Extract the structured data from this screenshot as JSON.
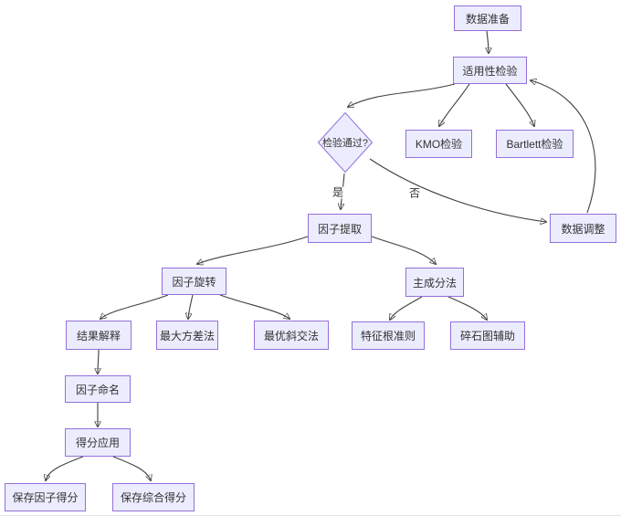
{
  "diagram": {
    "type": "flowchart",
    "title": "",
    "nodes": {
      "data_prep": "数据准备",
      "suitability": "适用性检验",
      "kmo": "KMO检验",
      "bartlett": "Bartlett检验",
      "decision": "检验通过?",
      "extraction": "因子提取",
      "adjust": "数据调整",
      "rotation": "因子旋转",
      "pca": "主成分法",
      "interpret": "结果解释",
      "varimax": "最大方差法",
      "oblique": "最优斜交法",
      "eigen": "特征根准则",
      "scree": "碎石图辅助",
      "naming": "因子命名",
      "score": "得分应用",
      "save_factor": "保存因子得分",
      "save_composite": "保存综合得分"
    },
    "edge_labels": {
      "yes": "是",
      "no": "否"
    },
    "edges": [
      {
        "from": "data_prep",
        "to": "suitability",
        "label": ""
      },
      {
        "from": "suitability",
        "to": "decision",
        "label": ""
      },
      {
        "from": "suitability",
        "to": "kmo",
        "label": ""
      },
      {
        "from": "suitability",
        "to": "bartlett",
        "label": ""
      },
      {
        "from": "decision",
        "to": "extraction",
        "label": "是"
      },
      {
        "from": "decision",
        "to": "adjust",
        "label": "否"
      },
      {
        "from": "adjust",
        "to": "suitability",
        "label": ""
      },
      {
        "from": "extraction",
        "to": "rotation",
        "label": ""
      },
      {
        "from": "extraction",
        "to": "pca",
        "label": ""
      },
      {
        "from": "rotation",
        "to": "interpret",
        "label": ""
      },
      {
        "from": "rotation",
        "to": "varimax",
        "label": ""
      },
      {
        "from": "rotation",
        "to": "oblique",
        "label": ""
      },
      {
        "from": "pca",
        "to": "eigen",
        "label": ""
      },
      {
        "from": "pca",
        "to": "scree",
        "label": ""
      },
      {
        "from": "interpret",
        "to": "naming",
        "label": ""
      },
      {
        "from": "naming",
        "to": "score",
        "label": ""
      },
      {
        "from": "score",
        "to": "save_factor",
        "label": ""
      },
      {
        "from": "score",
        "to": "save_composite",
        "label": ""
      }
    ],
    "colors": {
      "node_fill": "#ECECFF",
      "node_border": "#9370DB",
      "edge": "#3f3f3f",
      "text": "#333333"
    }
  }
}
